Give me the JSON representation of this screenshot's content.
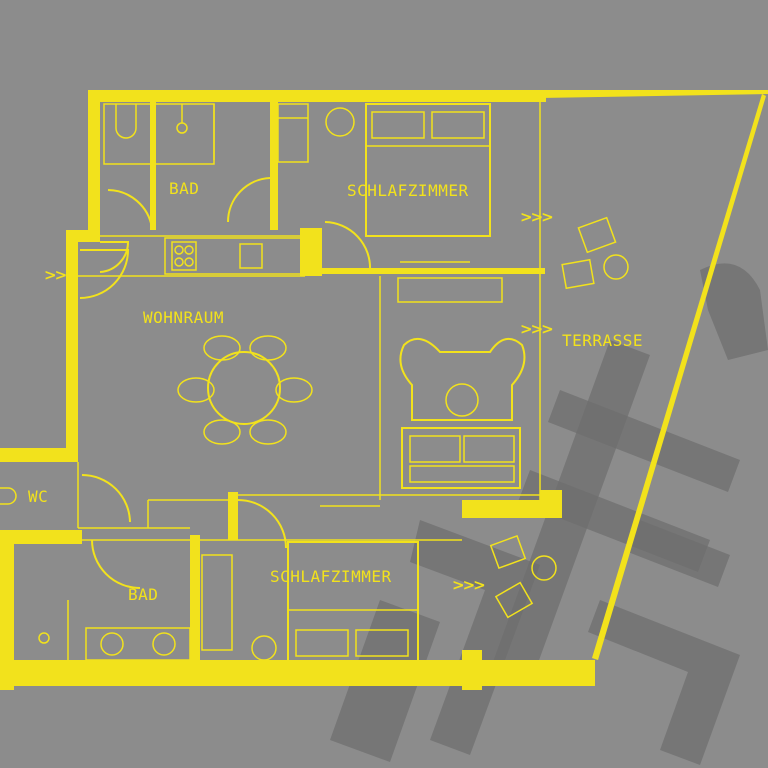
{
  "colors": {
    "background": "#8c8c8c",
    "plan": "#f2e21c",
    "logo": "#6f6f6f"
  },
  "rooms": {
    "bad_top": "BAD",
    "schlafzimmer_top": "SCHLAFZIMMER",
    "wohnraum": "WOHNRAUM",
    "terrasse": "TERRASSE",
    "wc": "WC",
    "bad_bottom": "BAD",
    "schlafzimmer_bottom": "SCHLAFZIMMER"
  },
  "markers": {
    "entry_arrow": ">>>"
  },
  "icons": [
    "door-swing-icon",
    "round-table-icon",
    "double-bed-icon",
    "armchair-icon",
    "sofa-icon",
    "toilet-icon",
    "washbasin-icon",
    "shower-icon"
  ]
}
